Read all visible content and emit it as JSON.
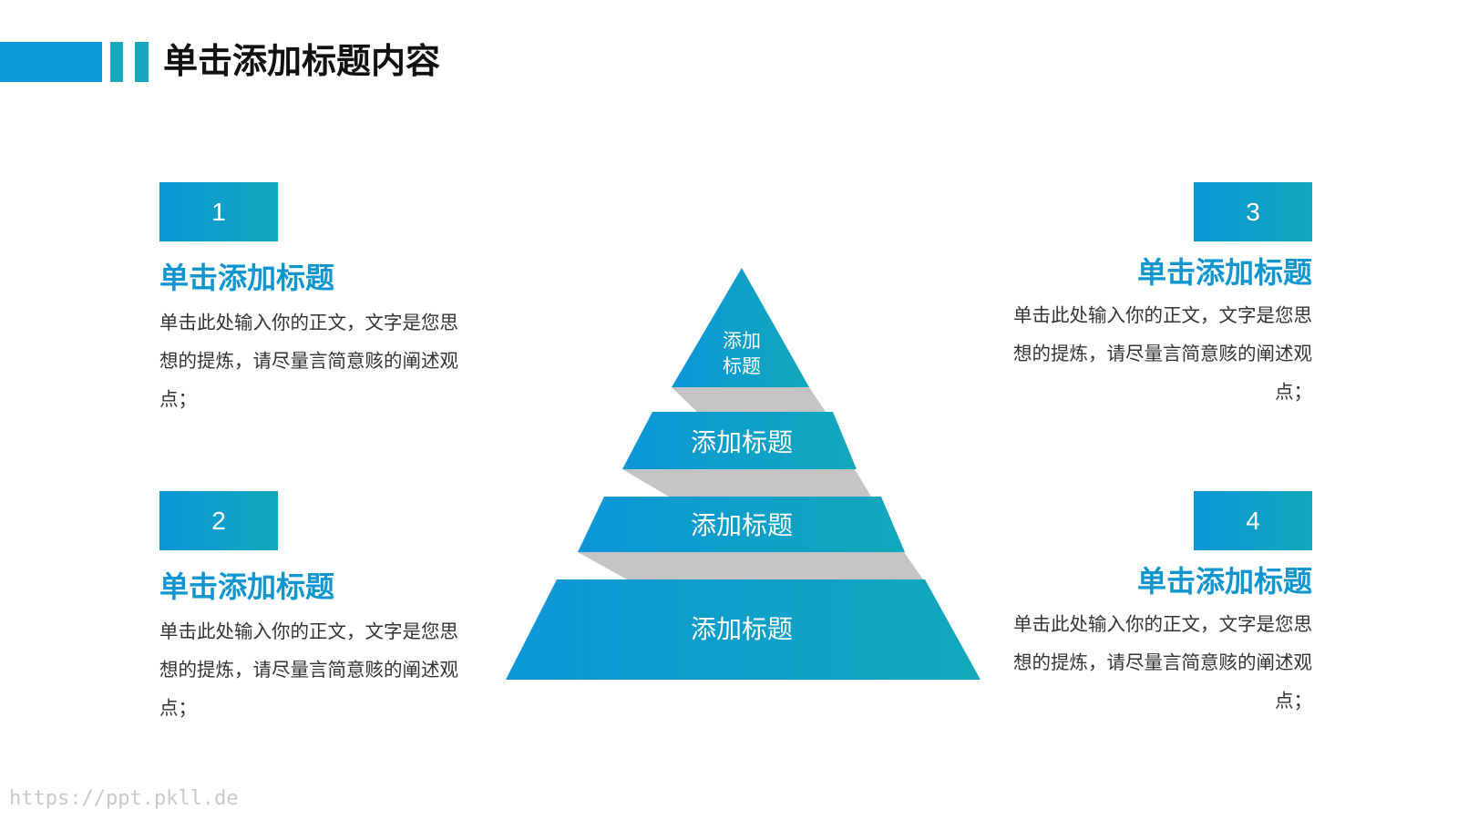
{
  "header": {
    "title": "单击添加标题内容"
  },
  "items": [
    {
      "number": "1",
      "title": "单击添加标题",
      "body": "单击此处输入你的正文，文字是您思想的提炼，请尽量言简意赅的阐述观点；"
    },
    {
      "number": "2",
      "title": "单击添加标题",
      "body": "单击此处输入你的正文，文字是您思想的提炼，请尽量言简意赅的阐述观点；"
    },
    {
      "number": "3",
      "title": "单击添加标题",
      "body": "单击此处输入你的正文，文字是您思想的提炼，请尽量言简意赅的阐述观点；"
    },
    {
      "number": "4",
      "title": "单击添加标题",
      "body": "单击此处输入你的正文，文字是您思想的提炼，请尽量言简意赅的阐述观点；"
    }
  ],
  "pyramid": {
    "levels": [
      {
        "line1": "添加",
        "line2": "标题"
      },
      {
        "label": "添加标题"
      },
      {
        "label": "添加标题"
      },
      {
        "label": "添加标题"
      }
    ]
  },
  "watermark": "https://ppt.pkll.de",
  "colors": {
    "accent_blue": "#0b96d8",
    "accent_teal": "#12a8bb",
    "connector_gray": "#c4c4c4"
  }
}
